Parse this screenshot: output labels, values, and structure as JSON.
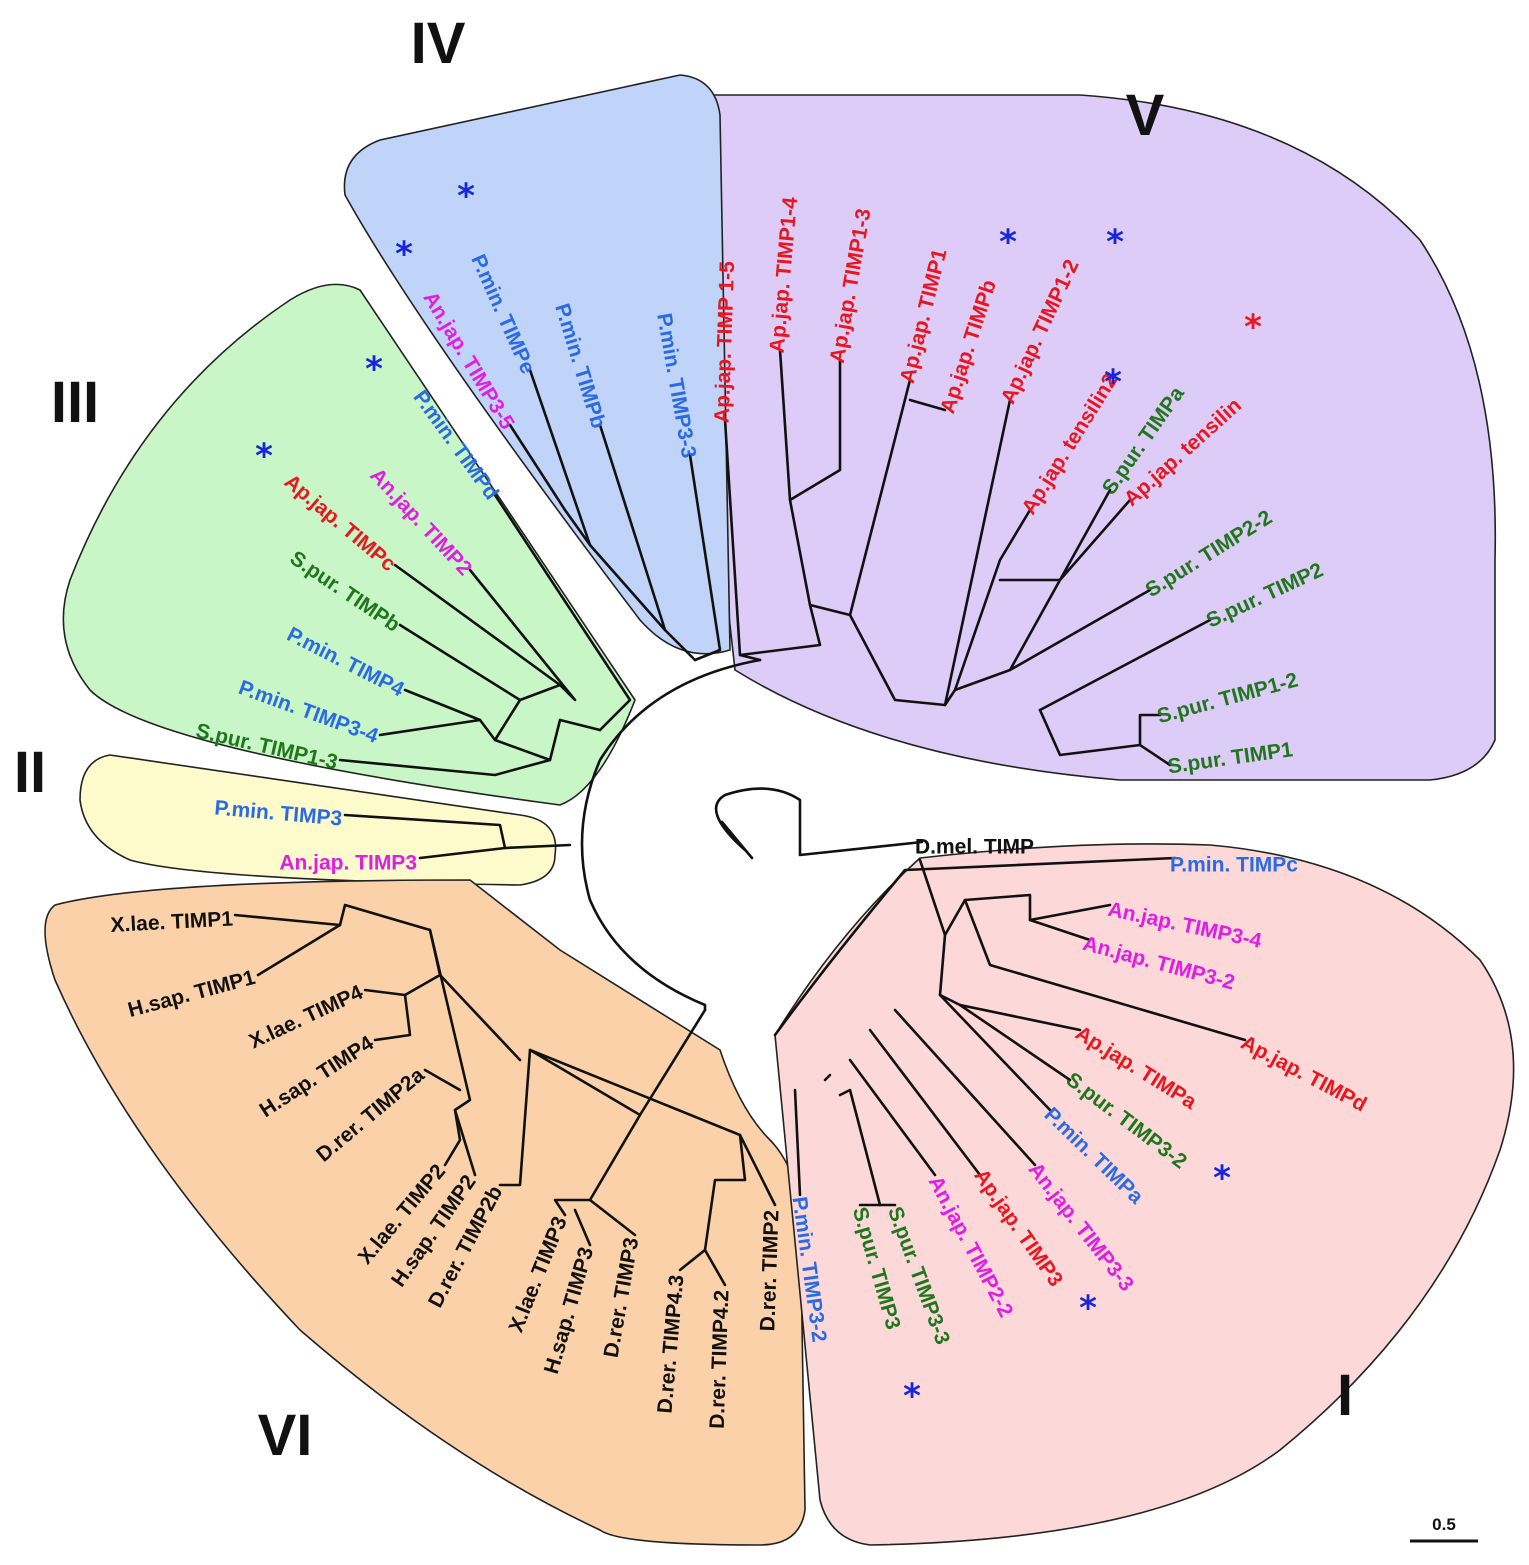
{
  "colors": {
    "red": "#e8171f",
    "magenta": "#e11de3",
    "blue": "#2a6ae5",
    "green": "#20761d",
    "black": "#111111",
    "star_blue": "#1726dd",
    "star_red": "#e8171f",
    "clade_I": "#fcd8d8",
    "clade_II": "#fdfbcc",
    "clade_III": "#c9f6c6",
    "clade_IV": "#c0d3f8",
    "clade_V": "#ddccf7",
    "clade_VI": "#fbd1a9"
  },
  "clades": {
    "I": "I",
    "II": "II",
    "III": "III",
    "IV": "IV",
    "V": "V",
    "VI": "VI"
  },
  "scale_bar": {
    "label": "0.5"
  },
  "star_glyph": "*",
  "taxa": [
    {
      "id": "dmel",
      "label": "D.mel. TIMP",
      "color": "black"
    },
    {
      "id": "c1_pminc",
      "label": "P.min. TIMPc",
      "color": "blue"
    },
    {
      "id": "c1_anj34",
      "label": "An.jap. TIMP3-4",
      "color": "magenta"
    },
    {
      "id": "c1_anj32",
      "label": "An.jap. TIMP3-2",
      "color": "magenta"
    },
    {
      "id": "c1_apjd",
      "label": "Ap.jap. TIMPd",
      "color": "red"
    },
    {
      "id": "c1_apja",
      "label": "Ap.jap. TIMPa",
      "color": "red"
    },
    {
      "id": "c1_spur32",
      "label": "S.pur. TIMP3-2",
      "color": "green",
      "star": "blue"
    },
    {
      "id": "c1_pmina",
      "label": "P.min. TIMPa",
      "color": "blue"
    },
    {
      "id": "c1_anj33",
      "label": "An.jap. TIMP3-3",
      "color": "magenta"
    },
    {
      "id": "c1_apj3",
      "label": "Ap.jap. TIMP3",
      "color": "red",
      "star": "blue"
    },
    {
      "id": "c1_anj22",
      "label": "An.jap. TIMP2-2",
      "color": "magenta"
    },
    {
      "id": "c1_spur33",
      "label": "S.pur. TIMP3-3",
      "color": "green"
    },
    {
      "id": "c1_spur3",
      "label": "S.pur. TIMP3",
      "color": "green",
      "star": "blue"
    },
    {
      "id": "c1_pmin32",
      "label": "P.min. TIMP3-2",
      "color": "blue"
    },
    {
      "id": "c6_dre2",
      "label": "D.rer. TIMP2",
      "color": "black"
    },
    {
      "id": "c6_dre42",
      "label": "D.rer. TIMP4.2",
      "color": "black"
    },
    {
      "id": "c6_dre43",
      "label": "D.rer. TIMP4.3",
      "color": "black"
    },
    {
      "id": "c6_dre3",
      "label": "D.rer. TIMP3",
      "color": "black"
    },
    {
      "id": "c6_hsa3",
      "label": "H.sap. TIMP3",
      "color": "black"
    },
    {
      "id": "c6_xla3",
      "label": "X.lae. TIMP3",
      "color": "black"
    },
    {
      "id": "c6_dre2b",
      "label": "D.rer. TIMP2b",
      "color": "black"
    },
    {
      "id": "c6_hsa2",
      "label": "H.sap. TIMP2",
      "color": "black"
    },
    {
      "id": "c6_xla2",
      "label": "X.lae. TIMP2",
      "color": "black"
    },
    {
      "id": "c6_dre2a",
      "label": "D.rer. TIMP2a",
      "color": "black"
    },
    {
      "id": "c6_hsa4",
      "label": "H.sap. TIMP4",
      "color": "black"
    },
    {
      "id": "c6_xla4",
      "label": "X.lae. TIMP4",
      "color": "black"
    },
    {
      "id": "c6_hsa1",
      "label": "H.sap. TIMP1",
      "color": "black"
    },
    {
      "id": "c6_xla1",
      "label": "X.lae. TIMP1",
      "color": "black"
    },
    {
      "id": "c2_anj3",
      "label": "An.jap. TIMP3",
      "color": "magenta"
    },
    {
      "id": "c2_pmin3",
      "label": "P.min. TIMP3",
      "color": "blue"
    },
    {
      "id": "c3_spur13",
      "label": "S.pur. TIMP1-3",
      "color": "green"
    },
    {
      "id": "c3_pmin34",
      "label": "P.min. TIMP3-4",
      "color": "blue"
    },
    {
      "id": "c3_pmin4",
      "label": "P.min. TIMP4",
      "color": "blue"
    },
    {
      "id": "c3_spurb",
      "label": "S.pur. TIMPb",
      "color": "green"
    },
    {
      "id": "c3_apjc",
      "label": "Ap.jap. TIMPc",
      "color": "red",
      "star": "blue"
    },
    {
      "id": "c3_anj2",
      "label": "An.jap. TIMP2",
      "color": "magenta"
    },
    {
      "id": "c3_pmind",
      "label": "P.min. TIMPd",
      "color": "blue",
      "star": "blue"
    },
    {
      "id": "c4_anj35",
      "label": "An.jap. TIMP3-5",
      "color": "magenta",
      "star": "blue"
    },
    {
      "id": "c4_pmine",
      "label": "P.min. TIMPe",
      "color": "blue",
      "star": "blue"
    },
    {
      "id": "c4_pminb",
      "label": "P.min. TIMPb",
      "color": "blue"
    },
    {
      "id": "c4_pmin33",
      "label": "P.min. TIMP3-3",
      "color": "blue"
    },
    {
      "id": "c5_apj15",
      "label": "Ap.jap. TIMP 1-5",
      "color": "red"
    },
    {
      "id": "c5_apj14",
      "label": "Ap.jap. TIMP1-4",
      "color": "red"
    },
    {
      "id": "c5_apj13",
      "label": "Ap.jap. TIMP1-3",
      "color": "red"
    },
    {
      "id": "c5_apj1",
      "label": "Ap.jap. TIMP1",
      "color": "red"
    },
    {
      "id": "c5_apjb",
      "label": "Ap.jap. TIMPb",
      "color": "red",
      "star": "blue"
    },
    {
      "id": "c5_apj12",
      "label": "Ap.jap. TIMP1-2",
      "color": "red",
      "star": "blue"
    },
    {
      "id": "c5_ten2",
      "label": "Ap.jap. tensilin2",
      "color": "red",
      "star": "red"
    },
    {
      "id": "c5_spura",
      "label": "S.pur. TIMPa",
      "color": "green",
      "star": "blue"
    },
    {
      "id": "c5_ten",
      "label": "Ap.jap. tensilin",
      "color": "red"
    },
    {
      "id": "c5_spur22",
      "label": "S.pur. TIMP2-2",
      "color": "green"
    },
    {
      "id": "c5_spur2",
      "label": "S.pur. TIMP2",
      "color": "green"
    },
    {
      "id": "c5_spur12",
      "label": "S.pur. TIMP1-2",
      "color": "green"
    },
    {
      "id": "c5_spur1",
      "label": "S.pur. TIMP1",
      "color": "green"
    }
  ]
}
